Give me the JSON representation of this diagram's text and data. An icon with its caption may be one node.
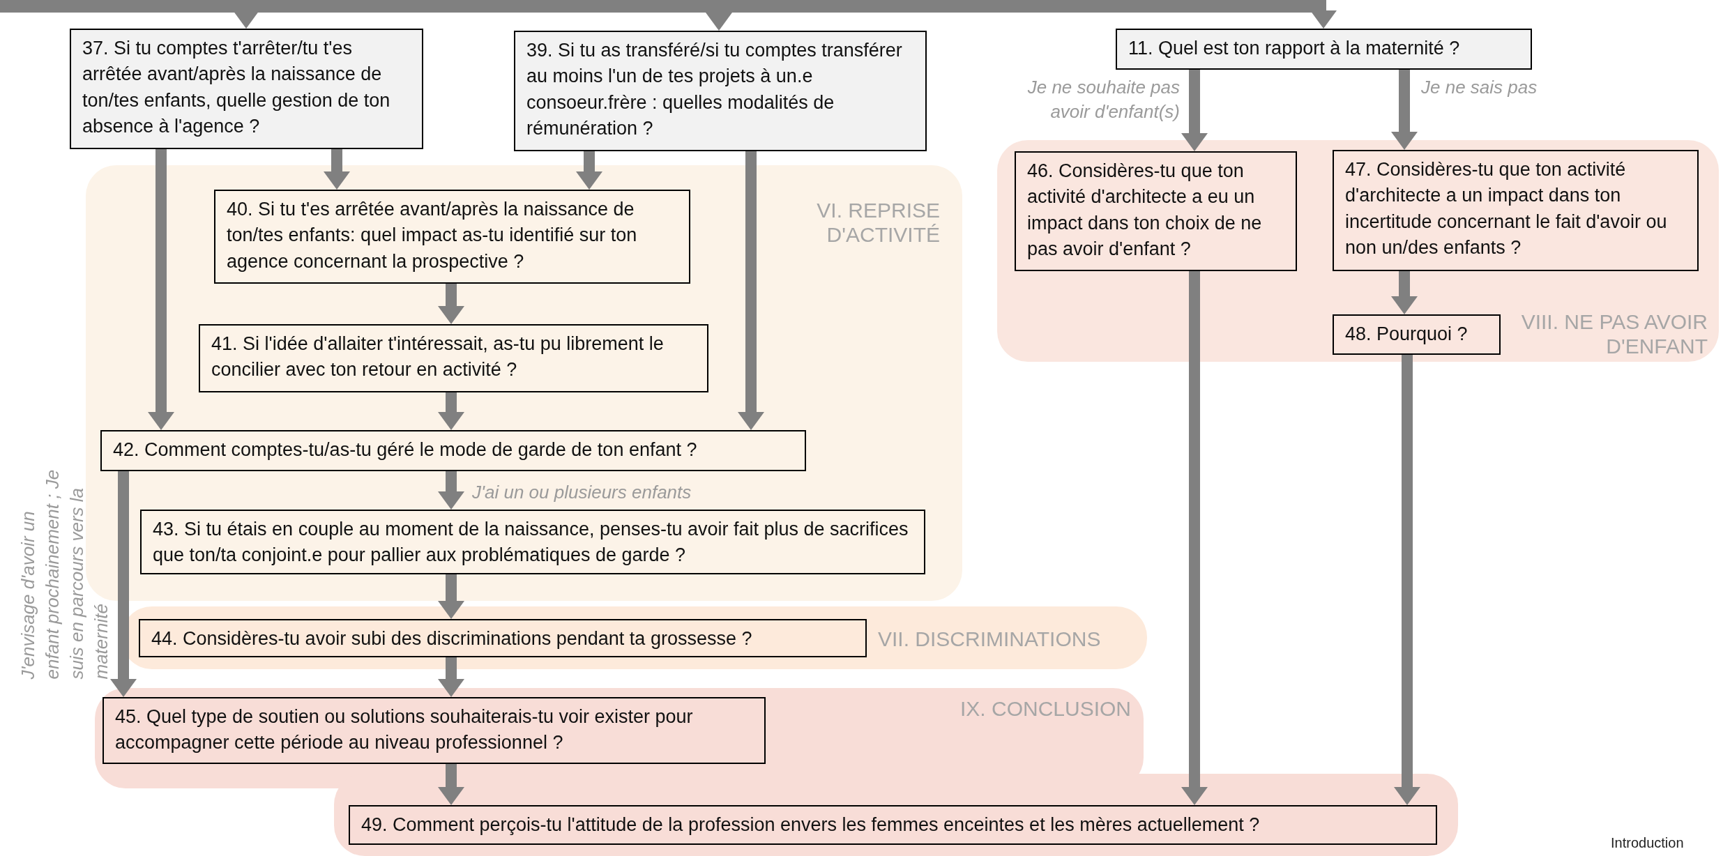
{
  "diagram": {
    "nodes": [
      {
        "text": [],
        "shape": "bar"
      },
      {
        "text": [
          "37. Si tu comptes t'arrêter/tu t'es arrêtée avant/après la naissance de ton/tes enfants, quelle gestion de ton absence à l'agence ?"
        ]
      },
      {
        "text": [
          "39. Si tu as transféré/si tu comptes transférer au moins l'un de tes projets à un.e consoeur.frère : quelles modalités de rémunération ?"
        ]
      },
      {
        "text": [
          "11. Quel est ton rapport à la maternité ?"
        ]
      },
      {
        "text": [
          "VIII. NE PAS AVOIR D'ENFANT"
        ]
      },
      {
        "text": [
          "46. Considères-tu que ton activité d'architecte a eu un impact dans ton choix de ne pas avoir d'enfant ?"
        ],
        "in": 4
      },
      {
        "text": [
          "47. Considères-tu que ton activité d'architecte a un impact dans ton incertitude concernant le fait d'avoir ou non un/des enfants ?"
        ],
        "in": 4
      },
      {
        "text": [
          "48. Pourquoi ?"
        ],
        "in": 4
      },
      {
        "text": [
          "VI. REPRISE D'ACTIVITÉ"
        ]
      },
      {
        "text": [
          "40. Si tu t'es arrêtée avant/après la naissance de ton/tes enfants: quel impact as-tu identifié sur ton agence concernant la prospective ?"
        ],
        "in": 8
      },
      {
        "text": [
          "41. Si l'idée d'allaiter t'intéressait, as-tu pu librement le concilier avec ton retour en activité ?"
        ],
        "in": 8
      },
      {
        "text": [
          "42. Comment comptes-tu/as-tu géré le mode de garde de ton enfant ?"
        ],
        "in": 8
      },
      {
        "text": [
          "43. Si tu étais en couple au moment de la naissance, penses-tu avoir fait plus de sacrifices que ton/ta conjoint.e pour pallier aux problématiques de garde ?"
        ],
        "in": 8
      },
      {
        "text": [
          "VII. DISCRIMINATIONS"
        ]
      },
      {
        "text": [
          "44. Considères-tu avoir subi des discriminations pendant ta grossesse ?"
        ],
        "in": 13
      },
      {
        "text": [
          "IX. CONCLUSION"
        ]
      },
      {
        "text": [
          "45. Quel type de soutien ou solutions souhaiterais-tu voir exister pour accompagner cette période au niveau professionnel ?"
        ],
        "in": 15
      },
      {
        "text": [
          "49. Comment perçois-tu l'attitude de la profession envers les femmes enceintes et les mères actuellement ?"
        ],
        "in": 15
      }
    ],
    "edges": [
      {
        "from": 0,
        "to": 1,
        "arrow": "to"
      },
      {
        "from": 0,
        "to": 2,
        "arrow": "to"
      },
      {
        "from": 0,
        "to": 3,
        "arrow": "to"
      },
      {
        "from": 1,
        "to": 9,
        "arrow": "to"
      },
      {
        "from": 1,
        "to": 11,
        "arrow": "to"
      },
      {
        "from": 2,
        "to": 9,
        "arrow": "to"
      },
      {
        "from": 2,
        "to": 11,
        "arrow": "to"
      },
      {
        "from": 9,
        "to": 10,
        "arrow": "to"
      },
      {
        "from": 10,
        "to": 11,
        "arrow": "to"
      },
      {
        "from": 11,
        "to": 12,
        "arrow": "to",
        "label": "J'ai un ou plusieurs enfants"
      },
      {
        "from": 11,
        "to": 16,
        "arrow": "to",
        "label": "J'envisage d'avoir un enfant prochainement ; Je suis en parcours vers la maternité"
      },
      {
        "from": 12,
        "to": 14,
        "arrow": "to"
      },
      {
        "from": 14,
        "to": 16,
        "arrow": "to"
      },
      {
        "from": 16,
        "to": 17,
        "arrow": "to"
      },
      {
        "from": 3,
        "to": 5,
        "arrow": "to",
        "label": "Je ne souhaite pas avoir d'enfant(s)"
      },
      {
        "from": 3,
        "to": 6,
        "arrow": "to",
        "label": "Je ne sais pas"
      },
      {
        "from": 6,
        "to": 7,
        "arrow": "to"
      },
      {
        "from": 5,
        "to": 17,
        "arrow": "to"
      },
      {
        "from": 7,
        "to": 17,
        "arrow": "to"
      }
    ],
    "labels": [
      "Introduction"
    ]
  }
}
